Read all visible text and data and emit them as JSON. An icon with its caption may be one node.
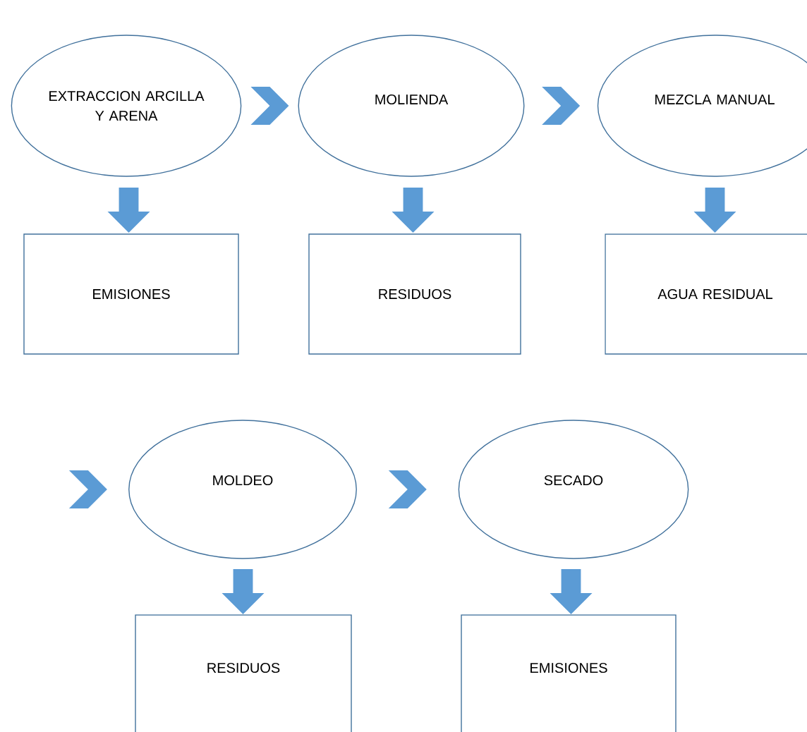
{
  "diagram": {
    "nodes": [
      {
        "text": [
          "EXTRACCION ARCILLA Y ARENA"
        ]
      },
      {
        "text": [
          "MOLIENDA"
        ]
      },
      {
        "text": [
          "MEZCLA MANUAL"
        ]
      },
      {
        "text": [
          "EMISIONES"
        ]
      },
      {
        "text": [
          "RESIDUOS"
        ]
      },
      {
        "text": [
          "AGUA RESIDUAL"
        ]
      },
      {
        "text": [
          "MOLDEO"
        ]
      },
      {
        "text": [
          "SECADO"
        ]
      },
      {
        "text": [
          "RESIDUOS"
        ]
      },
      {
        "text": [
          "EMISIONES"
        ]
      }
    ],
    "edges": [
      {
        "from": 0,
        "to": 1,
        "arrow": "to"
      },
      {
        "from": 1,
        "to": 2,
        "arrow": "to"
      },
      {
        "from": 0,
        "to": 3,
        "arrow": "to"
      },
      {
        "from": 1,
        "to": 4,
        "arrow": "to"
      },
      {
        "from": 2,
        "to": 5,
        "arrow": "to"
      },
      {
        "from": null,
        "to": 6,
        "arrow": "to"
      },
      {
        "from": 6,
        "to": 7,
        "arrow": "to"
      },
      {
        "from": 6,
        "to": 8,
        "arrow": "to"
      },
      {
        "from": 7,
        "to": 9,
        "arrow": "to"
      }
    ]
  }
}
